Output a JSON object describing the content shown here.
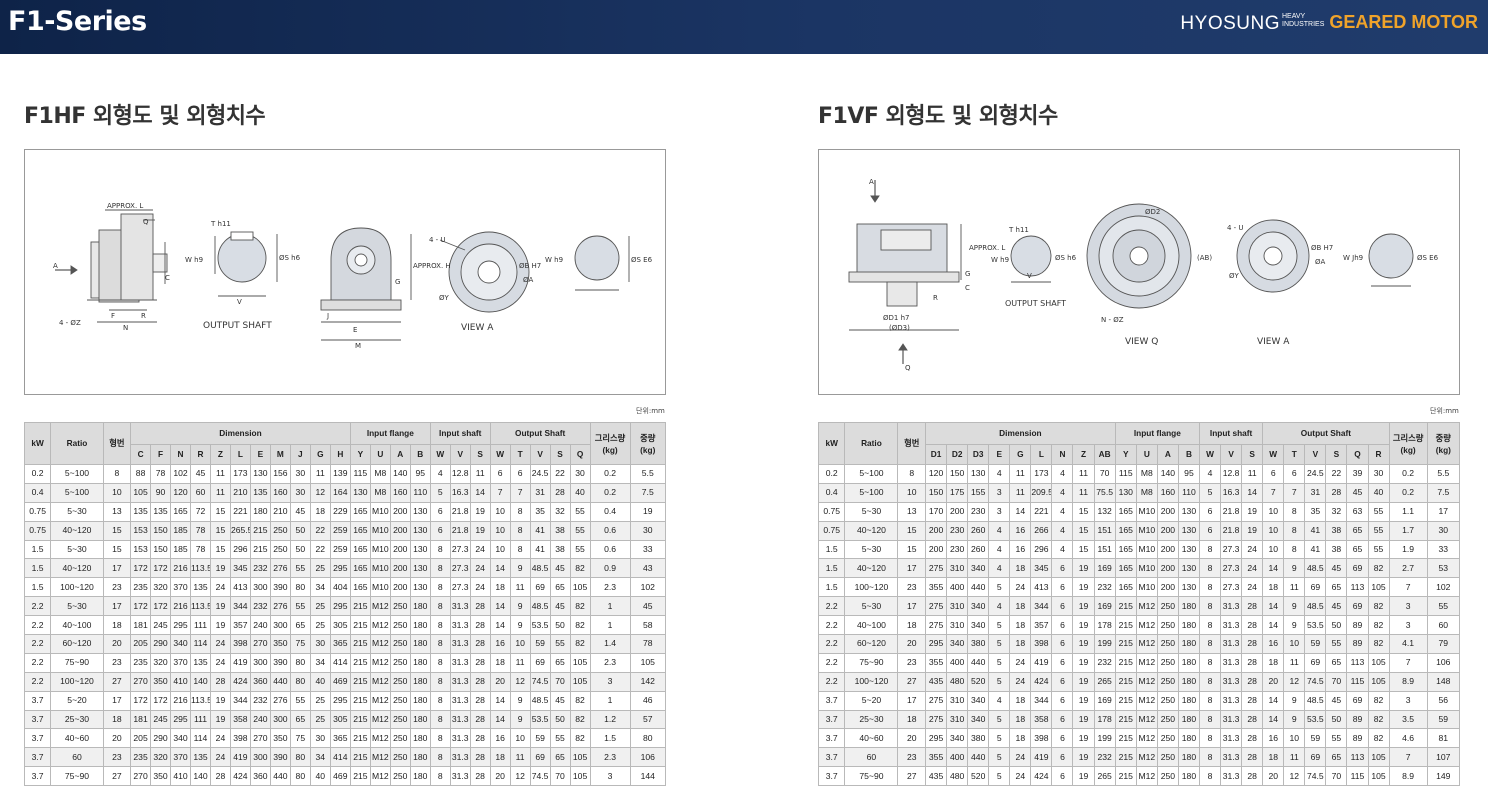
{
  "header": {
    "series": "F1-Series",
    "brand": "HYOSUNG",
    "brand_sub1": "HEAVY",
    "brand_sub2": "INDUSTRIES",
    "product": "GEARED MOTOR"
  },
  "left": {
    "title": "F1HF 외형도 및 외형치수",
    "unit": "단위:mm",
    "drawing_labels": {
      "approx_l": "APPROX. L",
      "q": "Q",
      "t": "T h11",
      "w": "W h9",
      "s": "ØS h6",
      "v": "V",
      "c": "C",
      "a": "A",
      "z": "4 - ØZ",
      "f": "F",
      "r": "R",
      "n": "N",
      "output_shaft": "OUTPUT SHAFT",
      "approx_h": "APPROX. H",
      "g": "G",
      "j": "J",
      "e": "E",
      "m": "M",
      "u": "4 - U",
      "y": "ØY",
      "b": "ØB H7",
      "a2": "ØA",
      "view_a": "VIEW A",
      "w2": "W h9",
      "s2": "ØS E6"
    },
    "groups": [
      "Dimension",
      "Input flange",
      "Input shaft",
      "Output Shaft"
    ],
    "head_fixed": [
      "kW",
      "Ratio",
      "형번"
    ],
    "head_tail": [
      [
        "그리스량",
        "(kg)"
      ],
      [
        "중량",
        "(kg)"
      ]
    ],
    "cols": [
      "C",
      "F",
      "N",
      "R",
      "Z",
      "L",
      "E",
      "M",
      "J",
      "G",
      "H",
      "Y",
      "U",
      "A",
      "B",
      "W",
      "V",
      "S",
      "W",
      "T",
      "V",
      "S",
      "Q"
    ],
    "rows": [
      [
        "0.2",
        "5~100",
        "8",
        "88",
        "78",
        "102",
        "45",
        "11",
        "173",
        "130",
        "156",
        "30",
        "11",
        "139",
        "115",
        "M8",
        "140",
        "95",
        "4",
        "12.8",
        "11",
        "6",
        "6",
        "24.5",
        "22",
        "30",
        "0.2",
        "5.5"
      ],
      [
        "0.4",
        "5~100",
        "10",
        "105",
        "90",
        "120",
        "60",
        "11",
        "210",
        "135",
        "160",
        "30",
        "12",
        "164",
        "130",
        "M8",
        "160",
        "110",
        "5",
        "16.3",
        "14",
        "7",
        "7",
        "31",
        "28",
        "40",
        "0.2",
        "7.5"
      ],
      [
        "0.75",
        "5~30",
        "13",
        "135",
        "135",
        "165",
        "72",
        "15",
        "221",
        "180",
        "210",
        "45",
        "18",
        "229",
        "165",
        "M10",
        "200",
        "130",
        "6",
        "21.8",
        "19",
        "10",
        "8",
        "35",
        "32",
        "55",
        "0.4",
        "19"
      ],
      [
        "0.75",
        "40~120",
        "15",
        "153",
        "150",
        "185",
        "78",
        "15",
        "265.5",
        "215",
        "250",
        "50",
        "22",
        "259",
        "165",
        "M10",
        "200",
        "130",
        "6",
        "21.8",
        "19",
        "10",
        "8",
        "41",
        "38",
        "55",
        "0.6",
        "30"
      ],
      [
        "1.5",
        "5~30",
        "15",
        "153",
        "150",
        "185",
        "78",
        "15",
        "296",
        "215",
        "250",
        "50",
        "22",
        "259",
        "165",
        "M10",
        "200",
        "130",
        "8",
        "27.3",
        "24",
        "10",
        "8",
        "41",
        "38",
        "55",
        "0.6",
        "33"
      ],
      [
        "1.5",
        "40~120",
        "17",
        "172",
        "172",
        "216",
        "113.5",
        "19",
        "345",
        "232",
        "276",
        "55",
        "25",
        "295",
        "165",
        "M10",
        "200",
        "130",
        "8",
        "27.3",
        "24",
        "14",
        "9",
        "48.5",
        "45",
        "82",
        "0.9",
        "43"
      ],
      [
        "1.5",
        "100~120",
        "23",
        "235",
        "320",
        "370",
        "135",
        "24",
        "413",
        "300",
        "390",
        "80",
        "34",
        "404",
        "165",
        "M10",
        "200",
        "130",
        "8",
        "27.3",
        "24",
        "18",
        "11",
        "69",
        "65",
        "105",
        "2.3",
        "102"
      ],
      [
        "2.2",
        "5~30",
        "17",
        "172",
        "172",
        "216",
        "113.5",
        "19",
        "344",
        "232",
        "276",
        "55",
        "25",
        "295",
        "215",
        "M12",
        "250",
        "180",
        "8",
        "31.3",
        "28",
        "14",
        "9",
        "48.5",
        "45",
        "82",
        "1",
        "45"
      ],
      [
        "2.2",
        "40~100",
        "18",
        "181",
        "245",
        "295",
        "111",
        "19",
        "357",
        "240",
        "300",
        "65",
        "25",
        "305",
        "215",
        "M12",
        "250",
        "180",
        "8",
        "31.3",
        "28",
        "14",
        "9",
        "53.5",
        "50",
        "82",
        "1",
        "58"
      ],
      [
        "2.2",
        "60~120",
        "20",
        "205",
        "290",
        "340",
        "114",
        "24",
        "398",
        "270",
        "350",
        "75",
        "30",
        "365",
        "215",
        "M12",
        "250",
        "180",
        "8",
        "31.3",
        "28",
        "16",
        "10",
        "59",
        "55",
        "82",
        "1.4",
        "78"
      ],
      [
        "2.2",
        "75~90",
        "23",
        "235",
        "320",
        "370",
        "135",
        "24",
        "419",
        "300",
        "390",
        "80",
        "34",
        "414",
        "215",
        "M12",
        "250",
        "180",
        "8",
        "31.3",
        "28",
        "18",
        "11",
        "69",
        "65",
        "105",
        "2.3",
        "105"
      ],
      [
        "2.2",
        "100~120",
        "27",
        "270",
        "350",
        "410",
        "140",
        "28",
        "424",
        "360",
        "440",
        "80",
        "40",
        "469",
        "215",
        "M12",
        "250",
        "180",
        "8",
        "31.3",
        "28",
        "20",
        "12",
        "74.5",
        "70",
        "105",
        "3",
        "142"
      ],
      [
        "3.7",
        "5~20",
        "17",
        "172",
        "172",
        "216",
        "113.5",
        "19",
        "344",
        "232",
        "276",
        "55",
        "25",
        "295",
        "215",
        "M12",
        "250",
        "180",
        "8",
        "31.3",
        "28",
        "14",
        "9",
        "48.5",
        "45",
        "82",
        "1",
        "46"
      ],
      [
        "3.7",
        "25~30",
        "18",
        "181",
        "245",
        "295",
        "111",
        "19",
        "358",
        "240",
        "300",
        "65",
        "25",
        "305",
        "215",
        "M12",
        "250",
        "180",
        "8",
        "31.3",
        "28",
        "14",
        "9",
        "53.5",
        "50",
        "82",
        "1.2",
        "57"
      ],
      [
        "3.7",
        "40~60",
        "20",
        "205",
        "290",
        "340",
        "114",
        "24",
        "398",
        "270",
        "350",
        "75",
        "30",
        "365",
        "215",
        "M12",
        "250",
        "180",
        "8",
        "31.3",
        "28",
        "16",
        "10",
        "59",
        "55",
        "82",
        "1.5",
        "80"
      ],
      [
        "3.7",
        "60",
        "23",
        "235",
        "320",
        "370",
        "135",
        "24",
        "419",
        "300",
        "390",
        "80",
        "34",
        "414",
        "215",
        "M12",
        "250",
        "180",
        "8",
        "31.3",
        "28",
        "18",
        "11",
        "69",
        "65",
        "105",
        "2.3",
        "106"
      ],
      [
        "3.7",
        "75~90",
        "27",
        "270",
        "350",
        "410",
        "140",
        "28",
        "424",
        "360",
        "440",
        "80",
        "40",
        "469",
        "215",
        "M12",
        "250",
        "180",
        "8",
        "31.3",
        "28",
        "20",
        "12",
        "74.5",
        "70",
        "105",
        "3",
        "144"
      ]
    ]
  },
  "right": {
    "title": "F1VF 외형도 및 외형치수",
    "unit": "단위:mm",
    "drawing_labels": {
      "a": "A",
      "approx_l": "APPROX. L",
      "g": "G",
      "c": "C",
      "r": "R",
      "d1": "ØD1 h7",
      "d3": "(ØD3)",
      "q": "Q",
      "t": "T h11",
      "w": "W h9",
      "s": "ØS h6",
      "v": "V",
      "output_shaft": "OUTPUT SHAFT",
      "d2": "ØD2",
      "ab": "(AB)",
      "nz": "N - ØZ",
      "view_q": "VIEW Q",
      "u": "4 - U",
      "y": "ØY",
      "b": "ØB H7",
      "a2": "ØA",
      "view_a": "VIEW A",
      "w2": "W Jh9",
      "s2": "ØS E6"
    },
    "groups": [
      "Dimension",
      "Input flange",
      "Input shaft",
      "Output Shaft"
    ],
    "head_fixed": [
      "kW",
      "Ratio",
      "형번"
    ],
    "head_tail": [
      [
        "그리스량",
        "(kg)"
      ],
      [
        "중량",
        "(kg)"
      ]
    ],
    "cols": [
      "D1",
      "D2",
      "D3",
      "E",
      "G",
      "L",
      "N",
      "Z",
      "AB",
      "Y",
      "U",
      "A",
      "B",
      "W",
      "V",
      "S",
      "W",
      "T",
      "V",
      "S",
      "Q",
      "R"
    ],
    "rows": [
      [
        "0.2",
        "5~100",
        "8",
        "120",
        "150",
        "130",
        "4",
        "11",
        "173",
        "4",
        "11",
        "70",
        "115",
        "M8",
        "140",
        "95",
        "4",
        "12.8",
        "11",
        "6",
        "6",
        "24.5",
        "22",
        "39",
        "30",
        "0.2",
        "5.5"
      ],
      [
        "0.4",
        "5~100",
        "10",
        "150",
        "175",
        "155",
        "3",
        "11",
        "209.5",
        "4",
        "11",
        "75.5",
        "130",
        "M8",
        "160",
        "110",
        "5",
        "16.3",
        "14",
        "7",
        "7",
        "31",
        "28",
        "45",
        "40",
        "0.2",
        "7.5"
      ],
      [
        "0.75",
        "5~30",
        "13",
        "170",
        "200",
        "230",
        "3",
        "14",
        "221",
        "4",
        "15",
        "132",
        "165",
        "M10",
        "200",
        "130",
        "6",
        "21.8",
        "19",
        "10",
        "8",
        "35",
        "32",
        "63",
        "55",
        "1.1",
        "17"
      ],
      [
        "0.75",
        "40~120",
        "15",
        "200",
        "230",
        "260",
        "4",
        "16",
        "266",
        "4",
        "15",
        "151",
        "165",
        "M10",
        "200",
        "130",
        "6",
        "21.8",
        "19",
        "10",
        "8",
        "41",
        "38",
        "65",
        "55",
        "1.7",
        "30"
      ],
      [
        "1.5",
        "5~30",
        "15",
        "200",
        "230",
        "260",
        "4",
        "16",
        "296",
        "4",
        "15",
        "151",
        "165",
        "M10",
        "200",
        "130",
        "8",
        "27.3",
        "24",
        "10",
        "8",
        "41",
        "38",
        "65",
        "55",
        "1.9",
        "33"
      ],
      [
        "1.5",
        "40~120",
        "17",
        "275",
        "310",
        "340",
        "4",
        "18",
        "345",
        "6",
        "19",
        "169",
        "165",
        "M10",
        "200",
        "130",
        "8",
        "27.3",
        "24",
        "14",
        "9",
        "48.5",
        "45",
        "69",
        "82",
        "2.7",
        "53"
      ],
      [
        "1.5",
        "100~120",
        "23",
        "355",
        "400",
        "440",
        "5",
        "24",
        "413",
        "6",
        "19",
        "232",
        "165",
        "M10",
        "200",
        "130",
        "8",
        "27.3",
        "24",
        "18",
        "11",
        "69",
        "65",
        "113",
        "105",
        "7",
        "102"
      ],
      [
        "2.2",
        "5~30",
        "17",
        "275",
        "310",
        "340",
        "4",
        "18",
        "344",
        "6",
        "19",
        "169",
        "215",
        "M12",
        "250",
        "180",
        "8",
        "31.3",
        "28",
        "14",
        "9",
        "48.5",
        "45",
        "69",
        "82",
        "3",
        "55"
      ],
      [
        "2.2",
        "40~100",
        "18",
        "275",
        "310",
        "340",
        "5",
        "18",
        "357",
        "6",
        "19",
        "178",
        "215",
        "M12",
        "250",
        "180",
        "8",
        "31.3",
        "28",
        "14",
        "9",
        "53.5",
        "50",
        "89",
        "82",
        "3",
        "60"
      ],
      [
        "2.2",
        "60~120",
        "20",
        "295",
        "340",
        "380",
        "5",
        "18",
        "398",
        "6",
        "19",
        "199",
        "215",
        "M12",
        "250",
        "180",
        "8",
        "31.3",
        "28",
        "16",
        "10",
        "59",
        "55",
        "89",
        "82",
        "4.1",
        "79"
      ],
      [
        "2.2",
        "75~90",
        "23",
        "355",
        "400",
        "440",
        "5",
        "24",
        "419",
        "6",
        "19",
        "232",
        "215",
        "M12",
        "250",
        "180",
        "8",
        "31.3",
        "28",
        "18",
        "11",
        "69",
        "65",
        "113",
        "105",
        "7",
        "106"
      ],
      [
        "2.2",
        "100~120",
        "27",
        "435",
        "480",
        "520",
        "5",
        "24",
        "424",
        "6",
        "19",
        "265",
        "215",
        "M12",
        "250",
        "180",
        "8",
        "31.3",
        "28",
        "20",
        "12",
        "74.5",
        "70",
        "115",
        "105",
        "8.9",
        "148"
      ],
      [
        "3.7",
        "5~20",
        "17",
        "275",
        "310",
        "340",
        "4",
        "18",
        "344",
        "6",
        "19",
        "169",
        "215",
        "M12",
        "250",
        "180",
        "8",
        "31.3",
        "28",
        "14",
        "9",
        "48.5",
        "45",
        "69",
        "82",
        "3",
        "56"
      ],
      [
        "3.7",
        "25~30",
        "18",
        "275",
        "310",
        "340",
        "5",
        "18",
        "358",
        "6",
        "19",
        "178",
        "215",
        "M12",
        "250",
        "180",
        "8",
        "31.3",
        "28",
        "14",
        "9",
        "53.5",
        "50",
        "89",
        "82",
        "3.5",
        "59"
      ],
      [
        "3.7",
        "40~60",
        "20",
        "295",
        "340",
        "380",
        "5",
        "18",
        "398",
        "6",
        "19",
        "199",
        "215",
        "M12",
        "250",
        "180",
        "8",
        "31.3",
        "28",
        "16",
        "10",
        "59",
        "55",
        "89",
        "82",
        "4.6",
        "81"
      ],
      [
        "3.7",
        "60",
        "23",
        "355",
        "400",
        "440",
        "5",
        "24",
        "419",
        "6",
        "19",
        "232",
        "215",
        "M12",
        "250",
        "180",
        "8",
        "31.3",
        "28",
        "18",
        "11",
        "69",
        "65",
        "113",
        "105",
        "7",
        "107"
      ],
      [
        "3.7",
        "75~90",
        "27",
        "435",
        "480",
        "520",
        "5",
        "24",
        "424",
        "6",
        "19",
        "265",
        "215",
        "M12",
        "250",
        "180",
        "8",
        "31.3",
        "28",
        "20",
        "12",
        "74.5",
        "70",
        "115",
        "105",
        "8.9",
        "149"
      ]
    ]
  }
}
